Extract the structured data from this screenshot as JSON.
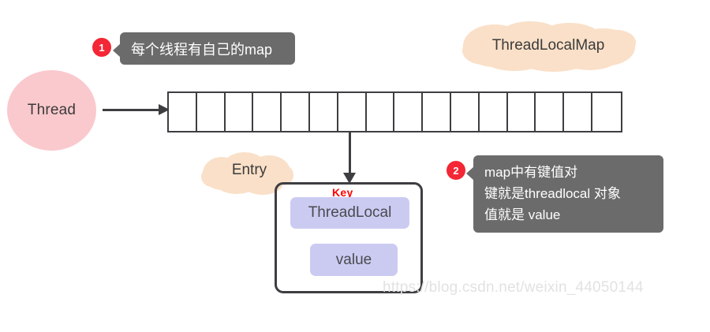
{
  "diagram": {
    "title": "ThreadLocal / ThreadLocalMap structure diagram",
    "thread_node": {
      "label": "Thread",
      "color": "#fac9cd"
    },
    "map_cloud": {
      "label": "ThreadLocalMap",
      "color": "#fae0c8"
    },
    "entry_cloud": {
      "label": "Entry",
      "color": "#fae0c8"
    },
    "array": {
      "cell_count": 16,
      "border_color": "#3e3e42"
    },
    "entry_box": {
      "key_label": "Key",
      "key_label_color": "#ff0000",
      "key_box_label": "ThreadLocal",
      "value_box_label": "value",
      "box_color": "#cbcbf2"
    },
    "callouts": [
      {
        "badge": "1",
        "badge_color": "#f32735",
        "background": "#6b6b6b",
        "lines": [
          "每个线程有自己的map"
        ]
      },
      {
        "badge": "2",
        "badge_color": "#f32735",
        "background": "#6b6b6b",
        "lines": [
          "map中有键值对",
          "键就是threadlocal 对象",
          "值就是 value"
        ]
      }
    ],
    "watermark": "https://blog.csdn.net/weixin_44050144"
  }
}
